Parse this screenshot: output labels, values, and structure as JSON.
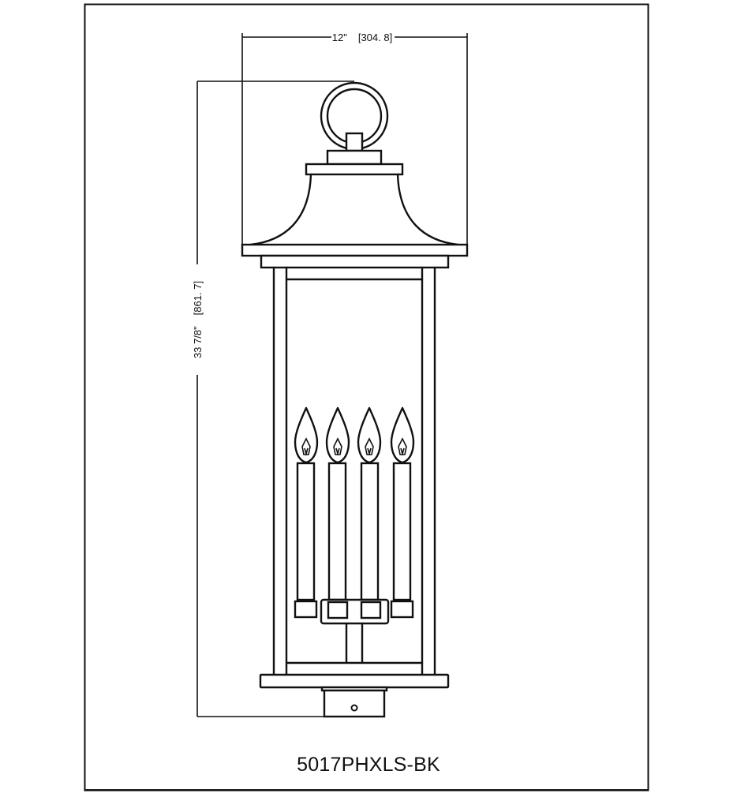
{
  "drawing": {
    "title": "Outdoor post lantern dimension drawing",
    "model_number": "5017PHXLS-BK",
    "dimensions": {
      "width_imperial": "12\"",
      "width_metric": "[304. 8]",
      "height_imperial": "33 7/8\"",
      "height_metric": "[861. 7]"
    },
    "components": [
      "hanging-ring",
      "cap-plate",
      "bell-roof",
      "top-band",
      "frame-posts",
      "candle-bulbs",
      "candle-sleeves",
      "candle-cluster-holder",
      "center-stem",
      "bottom-band",
      "post-fitter"
    ],
    "candle_count": 4,
    "colors": {
      "line": "#111111",
      "background": "#ffffff"
    }
  }
}
